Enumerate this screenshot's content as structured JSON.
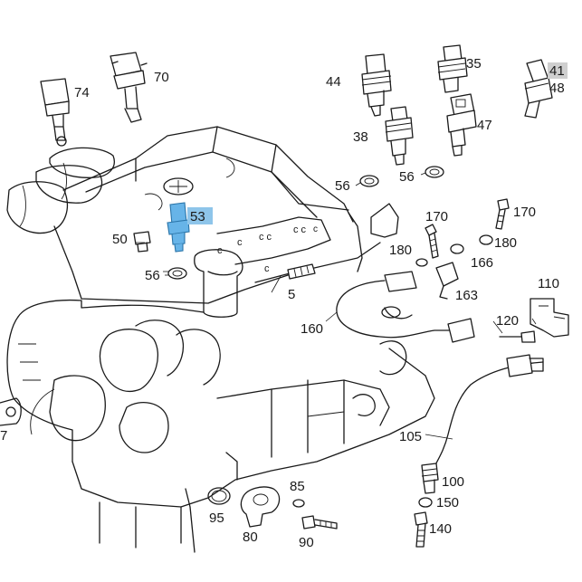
{
  "diagram": {
    "highlight_color": "#8ec5ea",
    "highlight_part_color": "#67b4e8",
    "grey_highlight_color": "#cfcfcf",
    "selected_part": "53",
    "callouts": {
      "p74": "74",
      "p70": "70",
      "p44": "44",
      "p35": "35",
      "p41": "41",
      "p48": "48",
      "p38": "38",
      "p47": "47",
      "p56a": "56",
      "p56b": "56",
      "p53": "53",
      "p50": "50",
      "p56c": "56",
      "p170a": "170",
      "p170b": "170",
      "p180a": "180",
      "p180b": "180",
      "p166": "166",
      "p5": "5",
      "p163": "163",
      "p110": "110",
      "p160": "160",
      "p120": "120",
      "p7": "7",
      "p105": "105",
      "p100": "100",
      "p85": "85",
      "p150": "150",
      "p95": "95",
      "p80": "80",
      "p90": "90",
      "p140": "140"
    }
  }
}
